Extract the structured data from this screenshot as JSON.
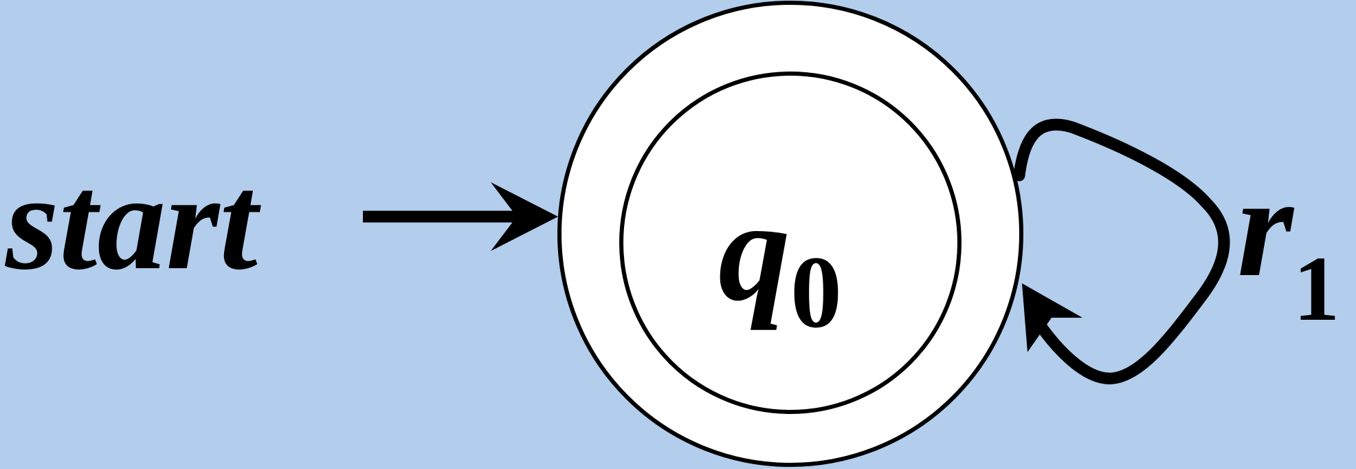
{
  "diagram": {
    "type": "finite-automaton",
    "start_label": "start",
    "states": [
      {
        "name": "q",
        "subscript": "0",
        "accepting": true,
        "initial": true
      }
    ],
    "transitions": [
      {
        "from": "q0",
        "to": "q0",
        "label": "r",
        "label_subscript": "1"
      }
    ]
  },
  "colors": {
    "background": "#b3cdec",
    "state_fill": "#ffffff",
    "stroke": "#000000",
    "text": "#000000"
  }
}
